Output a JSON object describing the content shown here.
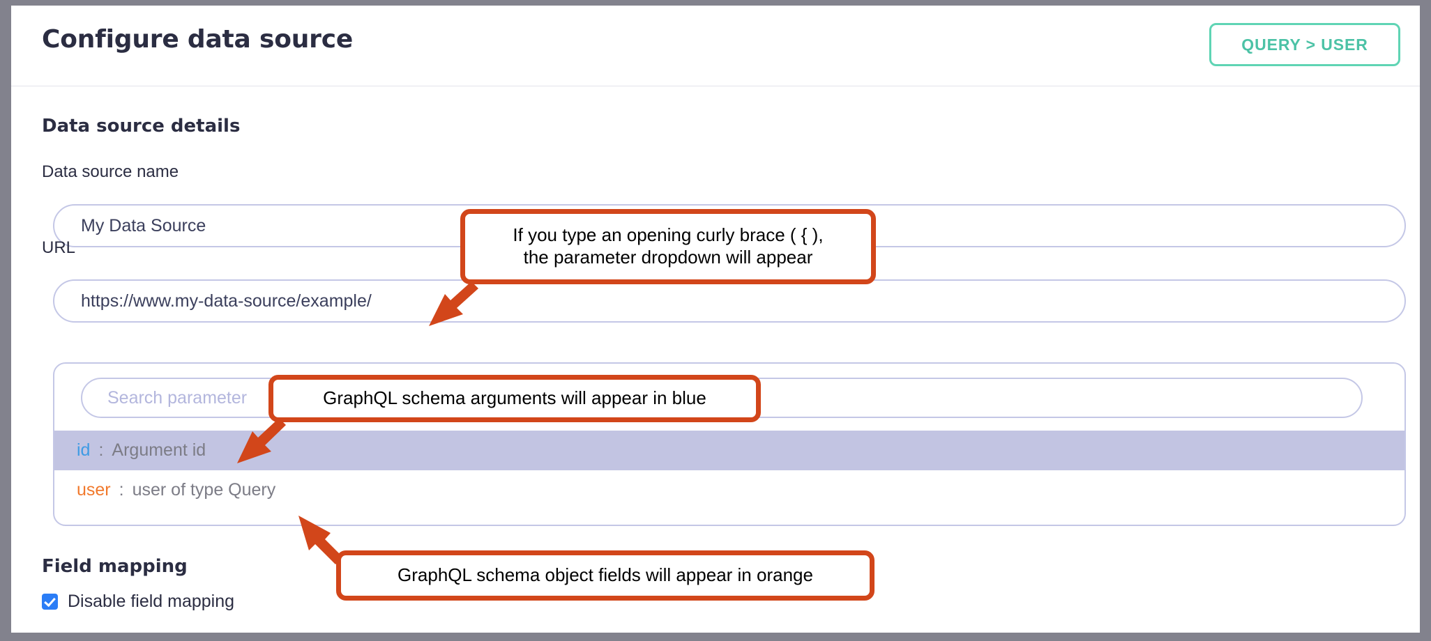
{
  "window": {
    "frame_color": "#82828d",
    "card_background": "#ffffff"
  },
  "header": {
    "title": "Configure data source",
    "query_button": {
      "label": "QUERY > USER",
      "border_color": "#5fd4b4",
      "text_color": "#4cc2a6"
    }
  },
  "form": {
    "details_heading": "Data source details",
    "fields": [
      {
        "label": "Data source name",
        "value": "My Data Source",
        "placeholder": "Data source name"
      },
      {
        "label": "URL",
        "value": "https://www.my-data-source/example/",
        "placeholder": "URL"
      }
    ],
    "field_mapping_heading": "Field mapping",
    "checkbox": {
      "label": "Disable field mapping",
      "checked": true,
      "color": "#2b7df6"
    }
  },
  "parameter_dropdown": {
    "search_placeholder": "Search parameter",
    "search_value": "",
    "selected_index": 0,
    "options": [
      {
        "key": "id",
        "separator": ":",
        "description": "Argument id",
        "kind": "argument",
        "color": "#3f9be4",
        "selected": true
      },
      {
        "key": "user",
        "separator": ":",
        "description": "user of type Query",
        "kind": "object-field",
        "color": "#f1792c",
        "selected": false
      }
    ],
    "highlight_color": "#c2c4e2",
    "border_color": "#c4c7e6"
  },
  "annotations": {
    "accent_color": "#d2461a",
    "callouts": [
      {
        "id": "callout-1",
        "line1": "If you type an opening curly brace ( { ),",
        "line2": "the parameter dropdown will appear",
        "points_to": "url-input"
      },
      {
        "id": "callout-2",
        "line1": "GraphQL schema arguments will appear in blue",
        "line2": "",
        "points_to": "option-id"
      },
      {
        "id": "callout-3",
        "line1": "GraphQL schema object fields will appear in orange",
        "line2": "",
        "points_to": "option-user"
      }
    ]
  }
}
